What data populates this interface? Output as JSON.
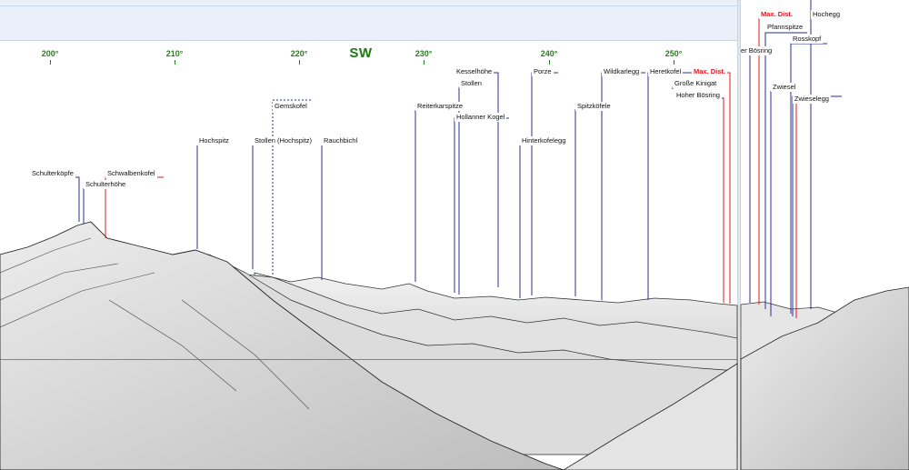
{
  "compass": {
    "ticks": [
      "200°",
      "210°",
      "220°",
      "230°",
      "240°",
      "250°"
    ],
    "direction": "SW"
  },
  "colors": {
    "tick_green": "#2c7a22",
    "leader_blue": "#2a2f9a",
    "leader_red": "#e0171e",
    "terrain": "#e6e6e6",
    "ridge_line": "#2a2a2a"
  },
  "peaks": [
    {
      "name": "Schulterköpfe",
      "color": "blue"
    },
    {
      "name": "Schulterhöhe",
      "color": "blue"
    },
    {
      "name": "Schwalbenkofel",
      "color": "red"
    },
    {
      "name": "Hochspitz",
      "color": "blue"
    },
    {
      "name": "Gemskofel",
      "color": "blue-dashed"
    },
    {
      "name": "Stollen (Hochspitz)",
      "color": "blue"
    },
    {
      "name": "Rauchbichl",
      "color": "blue"
    },
    {
      "name": "Reiterkarspitze",
      "color": "blue"
    },
    {
      "name": "Kesselhöhe",
      "color": "blue"
    },
    {
      "name": "Stollen",
      "color": "blue"
    },
    {
      "name": "Hollanner Kogel",
      "color": "blue"
    },
    {
      "name": "Porze",
      "color": "blue"
    },
    {
      "name": "Hinterkofelegg",
      "color": "blue"
    },
    {
      "name": "Spitzköfele",
      "color": "blue"
    },
    {
      "name": "Wildkarlegg",
      "color": "blue"
    },
    {
      "name": "Heretkofel",
      "color": "blue"
    },
    {
      "name": "Max. Dist.",
      "color": "red"
    },
    {
      "name": "Große Kinigat",
      "color": "blue"
    },
    {
      "name": "Hoher Bösring",
      "color": "red"
    }
  ],
  "right_panel": {
    "peaks": [
      {
        "name": "Max. Dist.",
        "color": "red"
      },
      {
        "name": "Hochegg",
        "color": "blue"
      },
      {
        "name": "Pfannspitze",
        "color": "blue"
      },
      {
        "name": "er Bösring",
        "color": "blue"
      },
      {
        "name": "Rosskopf",
        "color": "blue"
      },
      {
        "name": "Zwiesel",
        "color": "blue"
      },
      {
        "name": "Zwieselegg",
        "color": "blue"
      }
    ]
  }
}
